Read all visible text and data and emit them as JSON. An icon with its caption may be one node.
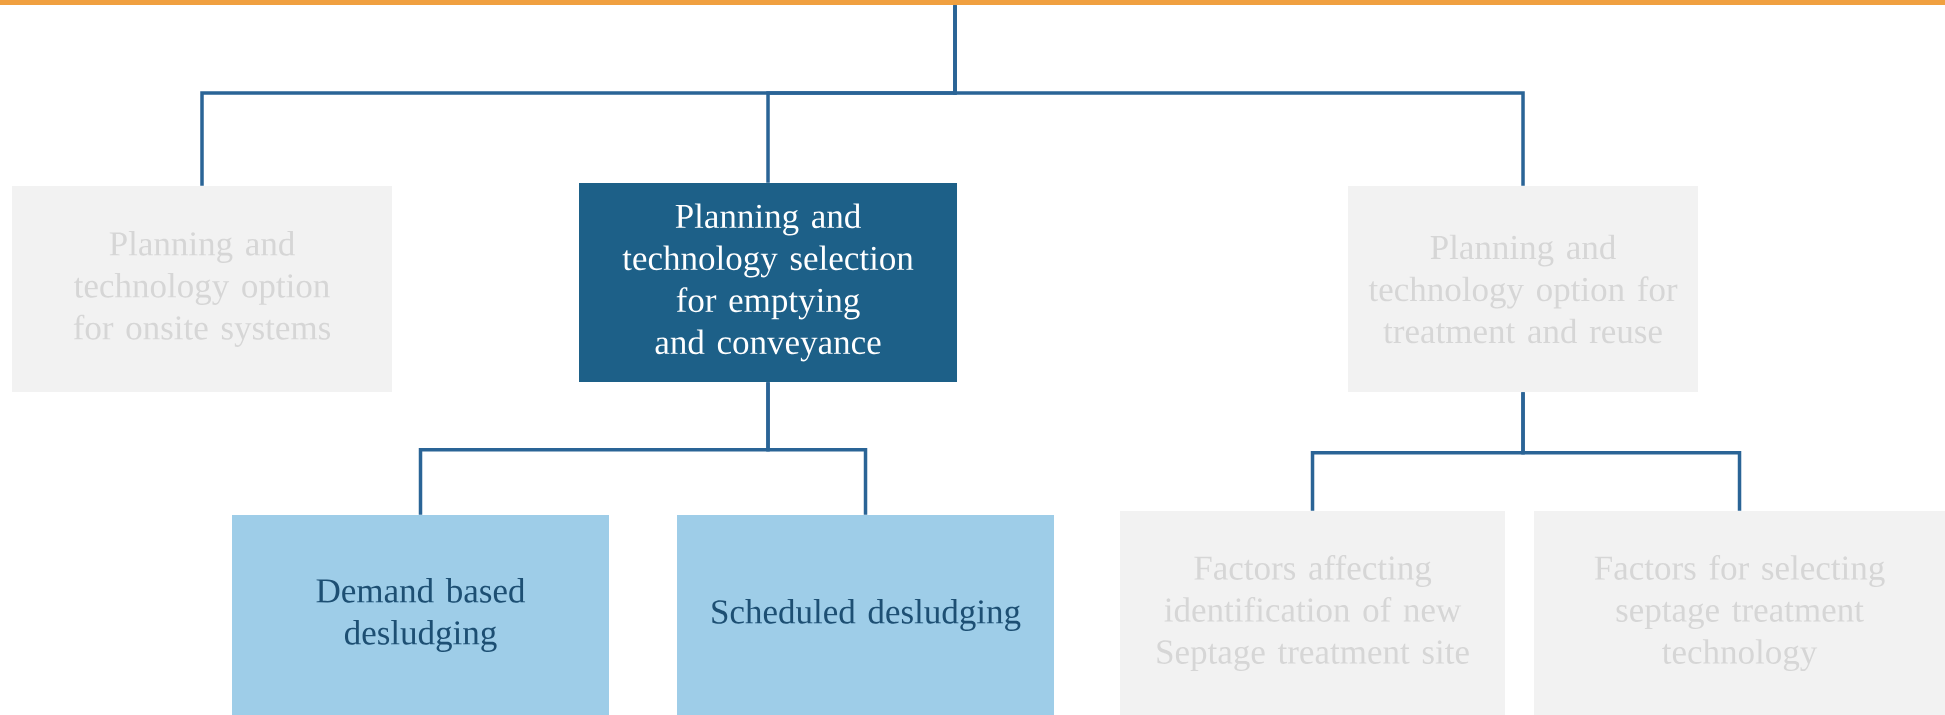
{
  "diagram": {
    "nodes": [
      {
        "text": [],
        "shape": "bar"
      },
      {
        "text": [
          "Planning and technology option for onsite systems"
        ]
      },
      {
        "text": [
          "Planning and technology selection for emptying and conveyance"
        ]
      },
      {
        "text": [
          "Planning and technology option  for treatment and reuse"
        ]
      },
      {
        "text": [
          "Demand based desludging"
        ]
      },
      {
        "text": [
          "Scheduled desludging"
        ]
      },
      {
        "text": [
          "Factors affecting identification of new Septage treatment site"
        ]
      },
      {
        "text": [
          "Factors for selecting septage treatment technology"
        ]
      }
    ],
    "edges": [
      {
        "from": 0,
        "to": 1,
        "arrow": "none"
      },
      {
        "from": 0,
        "to": 2,
        "arrow": "none"
      },
      {
        "from": 0,
        "to": 3,
        "arrow": "none"
      },
      {
        "from": 2,
        "to": 4,
        "arrow": "none"
      },
      {
        "from": 2,
        "to": 5,
        "arrow": "none"
      },
      {
        "from": 3,
        "to": 6,
        "arrow": "none"
      },
      {
        "from": 3,
        "to": 7,
        "arrow": "none"
      }
    ]
  }
}
